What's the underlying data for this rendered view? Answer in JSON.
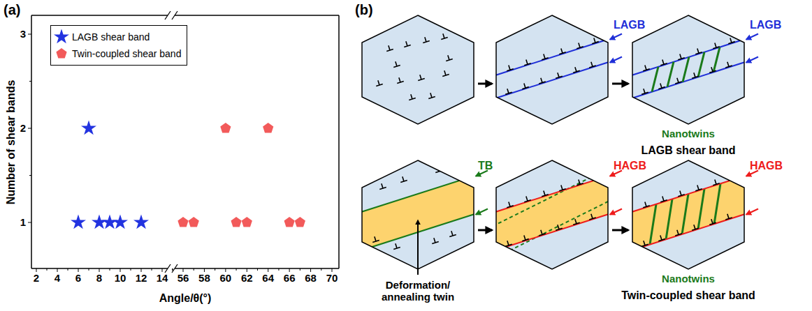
{
  "diagram": {
    "labels": [
      "(a)",
      "(b)",
      "3",
      "2",
      "1",
      "2",
      "4",
      "6",
      "8",
      "10",
      "12",
      "14",
      "56",
      "58",
      "60",
      "62",
      "64",
      "66",
      "68",
      "70",
      "Number of shear bands",
      "Angle/θ(°)",
      "LAGB",
      "LAGB",
      "Nanotwins",
      "LAGB shear band",
      "TB",
      "Deformation/ annealing twin",
      "HAGB",
      "HAGB",
      "Nanotwins",
      "Twin-coupled shear band"
    ],
    "legend": [
      {
        "text": "LAGB shear band"
      },
      {
        "text": "Twin-coupled shear band"
      }
    ]
  }
}
